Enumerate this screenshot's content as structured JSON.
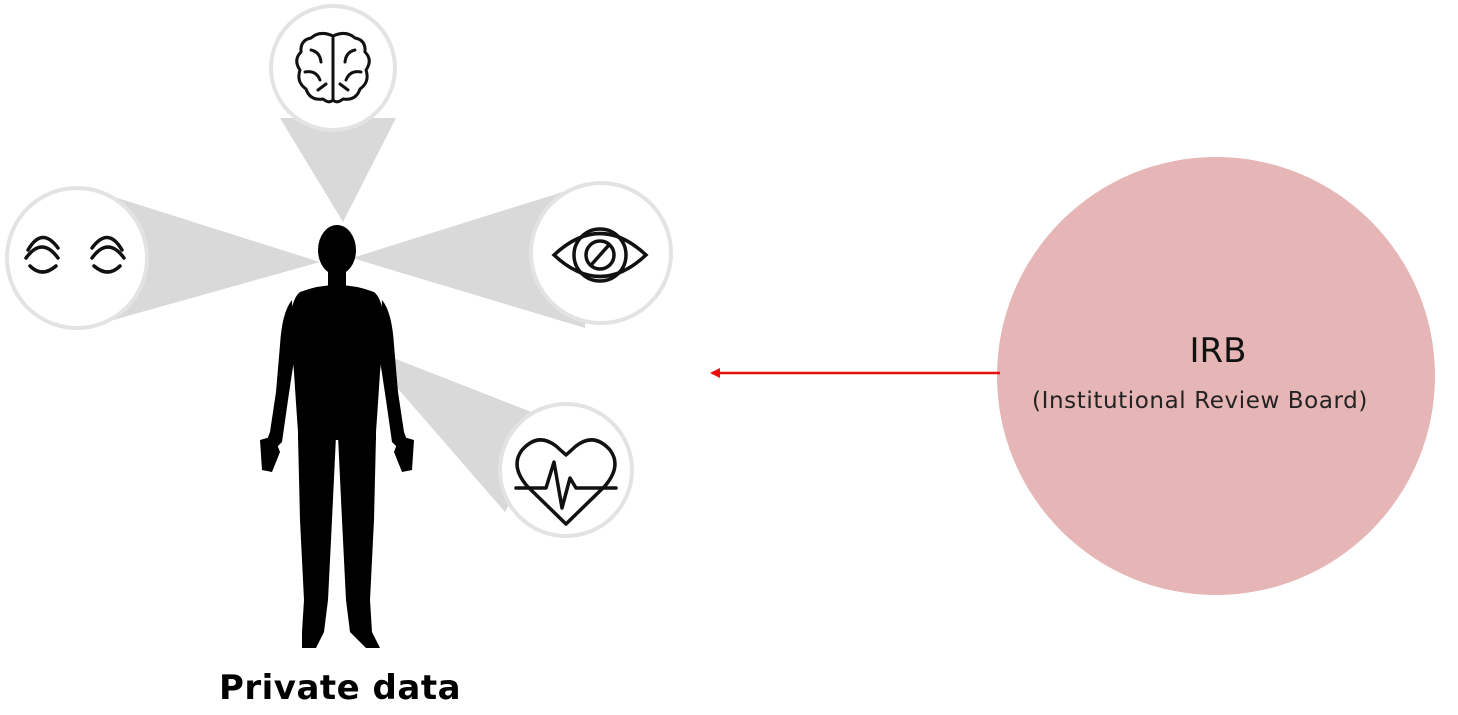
{
  "diagram": {
    "subject_caption": "Private data",
    "data_icons": [
      {
        "name": "brain-icon"
      },
      {
        "name": "closed-eyes-icon"
      },
      {
        "name": "blocked-eye-icon"
      },
      {
        "name": "heartbeat-icon"
      }
    ],
    "board": {
      "title": "IRB",
      "subtitle": "(Institutional Review Board)",
      "fill_color": "#e6b5b5"
    },
    "arrow": {
      "color": "#e8100c",
      "direction": "board-to-subject"
    },
    "cone_color": "#d9d9d9",
    "figure_color": "#000000"
  }
}
